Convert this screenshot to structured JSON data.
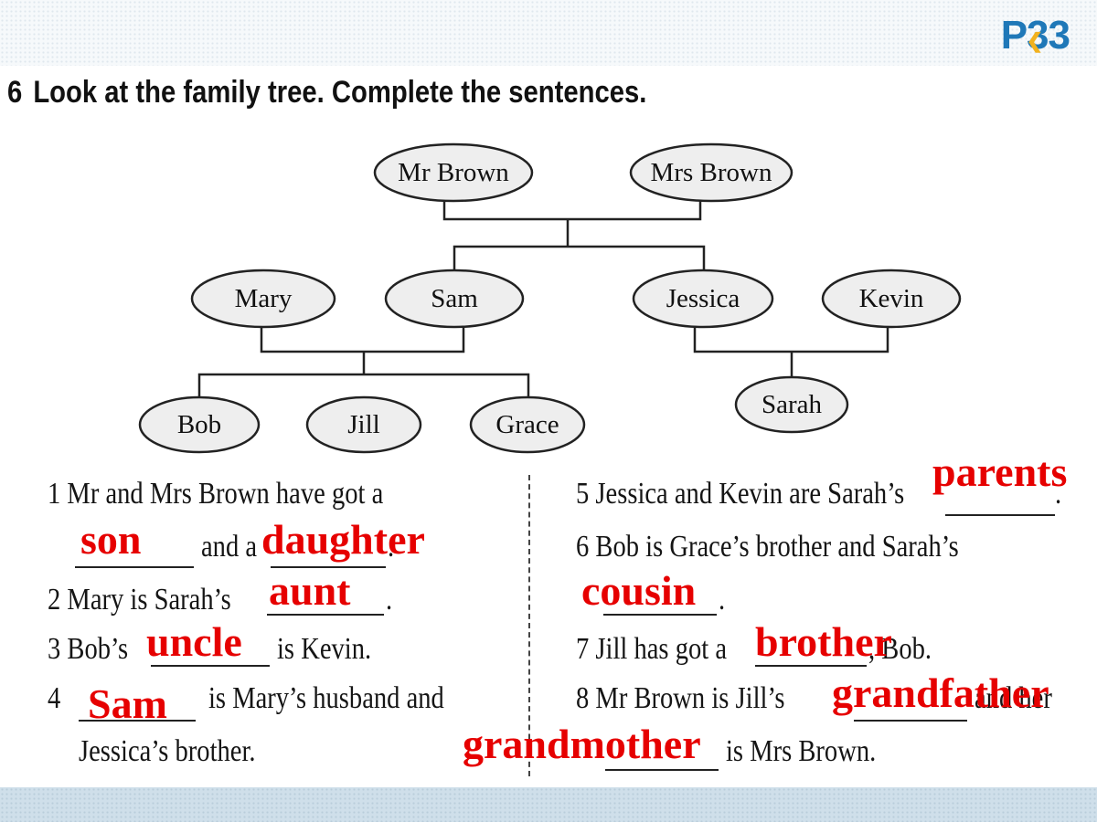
{
  "page_label": "P33",
  "exercise": {
    "number": "6",
    "instruction": "Look at the family tree. Complete the sentences."
  },
  "tree": {
    "mr_brown": "Mr Brown",
    "mrs_brown": "Mrs Brown",
    "mary": "Mary",
    "sam": "Sam",
    "jessica": "Jessica",
    "kevin": "Kevin",
    "bob": "Bob",
    "jill": "Jill",
    "grace": "Grace",
    "sarah": "Sarah"
  },
  "sentences": {
    "s1a": "1 Mr and Mrs Brown have got a",
    "s1b": "and a",
    "s1c": ".",
    "s2a": "2 Mary is Sarah’s",
    "s2b": ".",
    "s3a": "3 Bob’s",
    "s3b": "is Kevin.",
    "s4a": "4",
    "s4b": "is Mary’s husband and",
    "s4c": "Jessica’s brother.",
    "s5a": "5 Jessica and Kevin are Sarah’s",
    "s5b": ".",
    "s6a": "6 Bob is Grace’s brother and Sarah’s",
    "s6b": ".",
    "s7a": "7 Jill has got a",
    "s7b": ", Bob.",
    "s8a": "8 Mr Brown is Jill’s",
    "s8b": "and her",
    "s8c": "is Mrs Brown."
  },
  "answers": {
    "son": "son",
    "daughter": "daughter",
    "aunt": "aunt",
    "uncle": "uncle",
    "sam": "Sam",
    "parents": "parents",
    "cousin": "cousin",
    "brother": "brother",
    "grandfather": "grandfather",
    "grandmother": "grandmother"
  },
  "colors": {
    "answer": "#e60000",
    "page_label": "#1f78b8",
    "band": "#cfdfea"
  }
}
